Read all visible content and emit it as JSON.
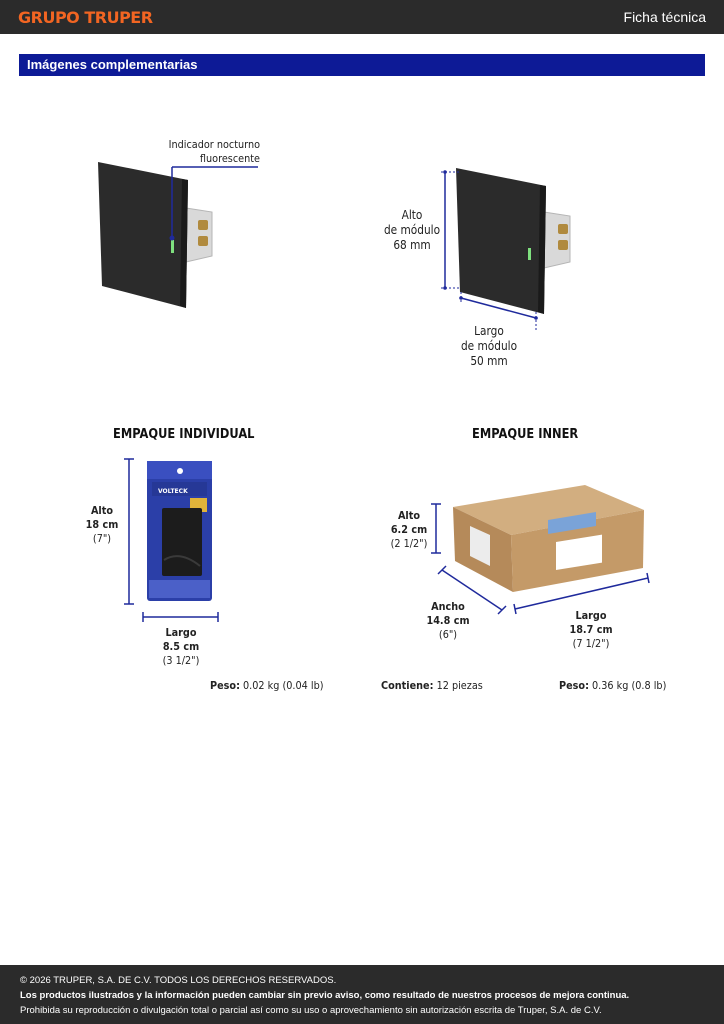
{
  "header": {
    "brand": "GRUPO TRUPER",
    "doc_type": "Ficha técnica"
  },
  "section": {
    "title": "Imágenes complementarias"
  },
  "product": {
    "indicator_line1": "Indicador nocturno",
    "indicator_line2": "fluorescente",
    "height_line1": "Alto",
    "height_line2": "de módulo",
    "height_value": "68 mm",
    "width_line1": "Largo",
    "width_line2": "de módulo",
    "width_value": "50 mm"
  },
  "individual": {
    "title": "EMPAQUE INDIVIDUAL",
    "alto_label": "Alto",
    "alto_value": "18 cm",
    "alto_in": "(7\")",
    "largo_label": "Largo",
    "largo_value": "8.5 cm",
    "largo_in": "(3 1/2\")",
    "peso_label": "Peso:",
    "peso_value": "0.02 kg (0.04 lb)",
    "pack_brand": "VOLTECK"
  },
  "inner": {
    "title": "EMPAQUE INNER",
    "alto_label": "Alto",
    "alto_value": "6.2 cm",
    "alto_in": "(2 1/2\")",
    "ancho_label": "Ancho",
    "ancho_value": "14.8 cm",
    "ancho_in": "(6\")",
    "largo_label": "Largo",
    "largo_value": "18.7 cm",
    "largo_in": "(7 1/2\")",
    "contiene_label": "Contiene:",
    "contiene_value": "12 piezas",
    "peso_label": "Peso:",
    "peso_value": "0.36 kg (0.8 lb)"
  },
  "footer": {
    "copyright": "© 2026 TRUPER, S.A. DE C.V. TODOS LOS DERECHOS RESERVADOS.",
    "notice": "Los productos ilustrados y la información pueden cambiar sin previo aviso, como resultado de nuestros procesos de mejora continua.",
    "prohibition": "Prohibida su reproducción o divulgación total o parcial así como su uso o aprovechamiento sin autorización escrita de Truper, S.A. de C.V."
  },
  "colors": {
    "brand_orange": "#f26522",
    "section_blue": "#0d1a96",
    "dark_bar": "#2b2b2b",
    "dimension_blue": "#1f2a9c"
  }
}
